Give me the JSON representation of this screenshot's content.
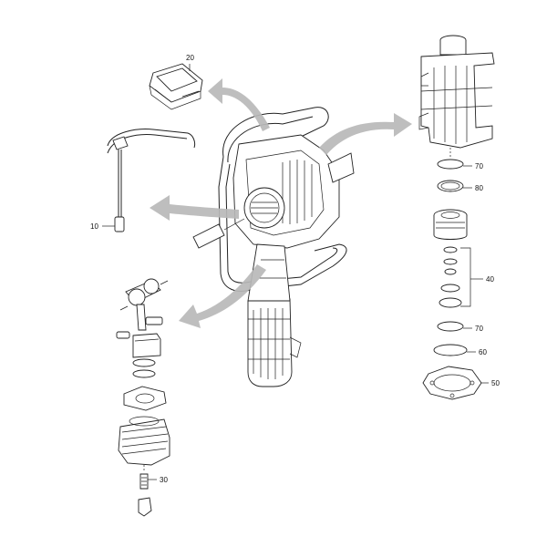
{
  "callouts": {
    "c20": "20",
    "c10": "10",
    "c70a": "70",
    "c80": "80",
    "c40": "40",
    "c70b": "70",
    "c60": "60",
    "c50": "50",
    "c30": "30"
  },
  "colors": {
    "line": "#222222",
    "arrow": "#b8b8b8",
    "background": "#ffffff"
  }
}
